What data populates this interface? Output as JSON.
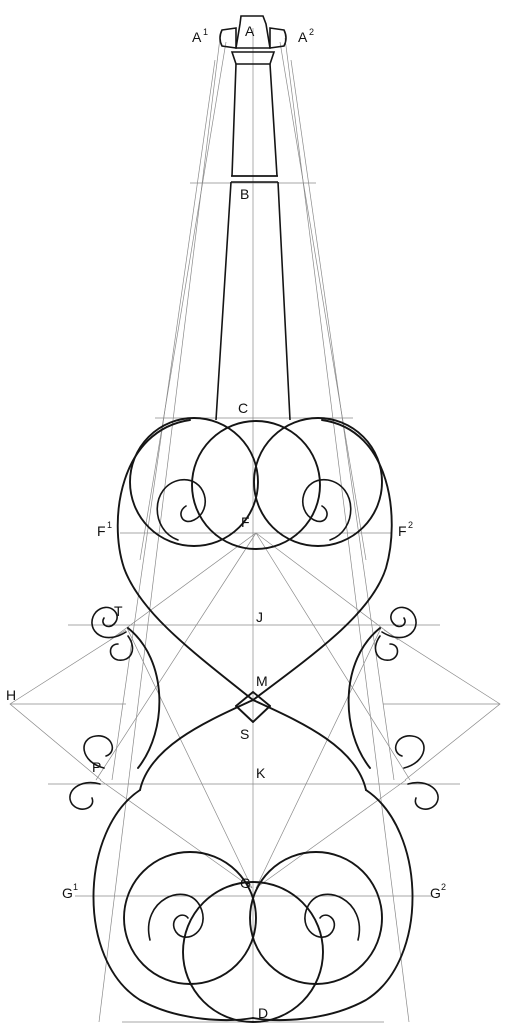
{
  "labels": {
    "A": "A",
    "A1": "A",
    "A1_sup": "1",
    "A2": "A",
    "A2_sup": "2",
    "B": "B",
    "C": "C",
    "F": "F",
    "F1": "F",
    "F1_sup": "1",
    "F2": "F",
    "F2_sup": "2",
    "T": "T",
    "J": "J",
    "H": "H",
    "M": "M",
    "S": "S",
    "P": "P",
    "K": "K",
    "G": "G",
    "G1": "G",
    "G1_sup": "1",
    "G2": "G",
    "G2_sup": "2",
    "D": "D"
  },
  "colors": {
    "outline": "#151515",
    "construction": "#8a8a8a",
    "background": "#ffffff"
  }
}
